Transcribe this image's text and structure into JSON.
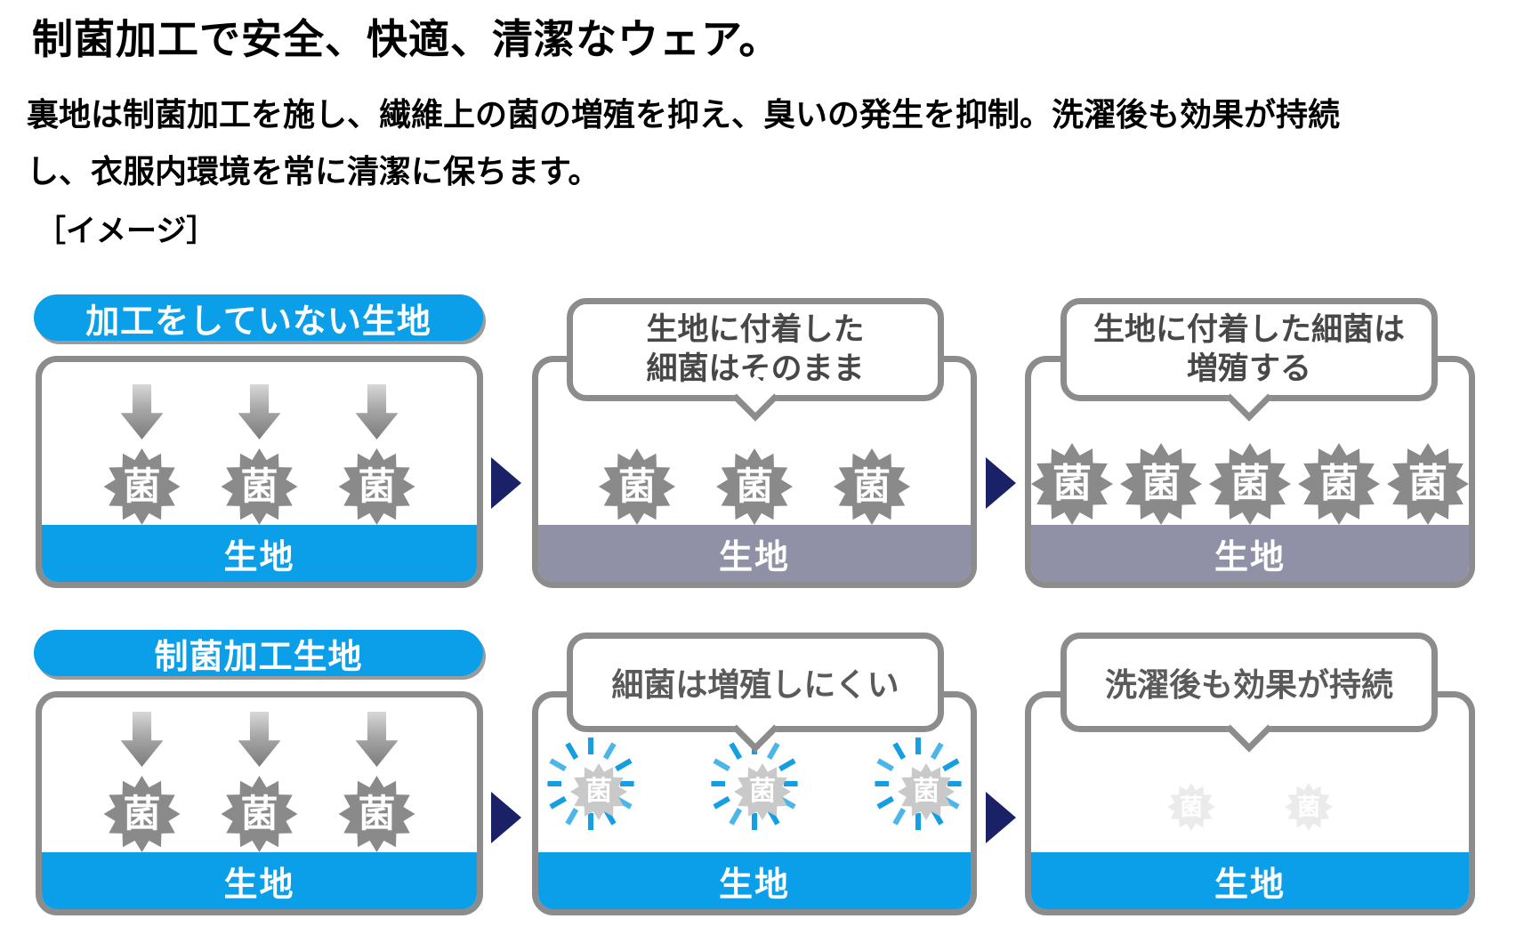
{
  "header": {
    "title": "制菌加工で安全、快適、清潔なウェア。",
    "body_line1": "裏地は制菌加工を施し、繊維上の菌の増殖を抑え、臭いの発生を抑制。洗濯後も効果が持続",
    "body_line2": "し、衣服内環境を常に清潔に保ちます。",
    "image_label": "［イメージ］"
  },
  "diagram": {
    "germ_char": "菌",
    "row1": {
      "pill_label": "加工をしていない生地",
      "panel1": {
        "fabric_label": "生地"
      },
      "panel2": {
        "bubble_line1": "生地に付着した",
        "bubble_line2": "細菌はそのまま",
        "fabric_label": "生地"
      },
      "panel3": {
        "bubble_line1": "生地に付着した細菌は",
        "bubble_line2": "増殖する",
        "fabric_label": "生地"
      }
    },
    "row2": {
      "pill_label": "制菌加工生地",
      "panel1": {
        "fabric_label": "生地"
      },
      "panel2": {
        "bubble_line1": "細菌は増殖しにくい",
        "fabric_label": "生地"
      },
      "panel3": {
        "bubble_line1": "洗濯後も効果が持続",
        "fabric_label": "生地"
      }
    }
  },
  "colors": {
    "accent_blue": "#0a9fe8",
    "flow_arrow_navy": "#1b2166",
    "fabric_band_gray_purple": "#9090a6",
    "germ_gray": "#8a8a8a",
    "outline_gray": "#8c8c8c",
    "ray_blue": "#169ee2",
    "faded_germ_gray": "#ebebeb"
  }
}
